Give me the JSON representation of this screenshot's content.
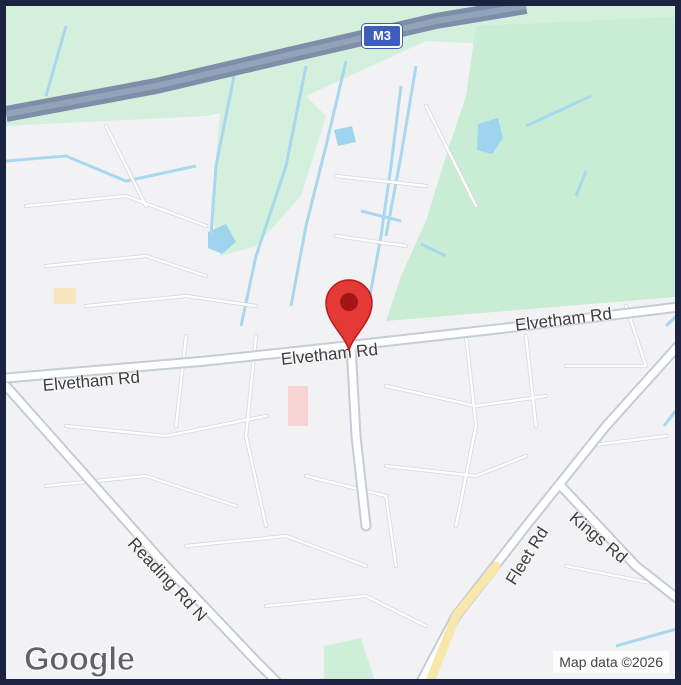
{
  "map": {
    "motorway_shield": "M3",
    "roads": {
      "elvetham_rd_west": "Elvetham Rd",
      "elvetham_rd_center": "Elvetham Rd",
      "elvetham_rd_east": "Elvetham Rd",
      "reading_rd_n": "Reading Rd N",
      "fleet_rd": "Fleet Rd",
      "kings_rd": "Kings Rd"
    },
    "logo": "Google",
    "attribution": "Map data ©2026",
    "colors": {
      "background": "#f2f2f4",
      "park": "#cdeed7",
      "water": "#9ed4ee",
      "road": "#ffffff",
      "road_casing": "#c6cdd8",
      "motorway": "#7d8fa8",
      "marker": "#e53935",
      "frame": "#1b2340"
    },
    "marker_icon": "map-pin-icon"
  }
}
